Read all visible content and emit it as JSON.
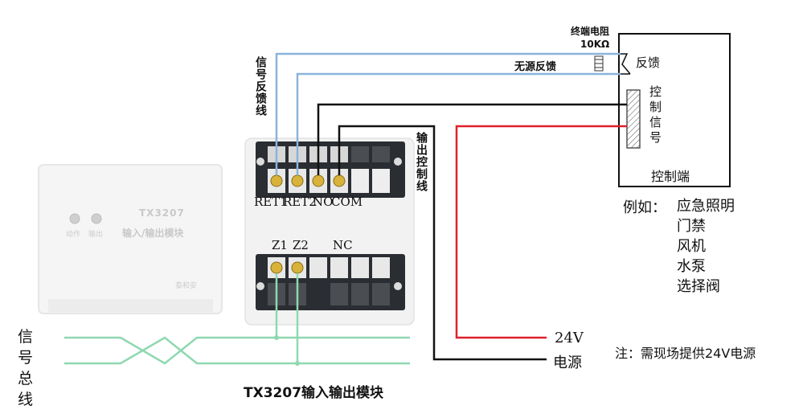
{
  "caption": "TX3207输入输出模块",
  "module_face": {
    "model": "TX3207",
    "name": "输入/输出模块",
    "led_labels": [
      "动作",
      "输出"
    ],
    "brand": "泰和安"
  },
  "terminals_top": [
    "RET1",
    "RET2",
    "NO",
    "COM"
  ],
  "terminals_bottom": [
    "Z1",
    "Z2",
    "NC"
  ],
  "labels": {
    "feedback_wire": "信号反馈线",
    "output_control_wire": "输出控制线",
    "end_resistor_title": "终端电阻",
    "end_resistor_value": "10KΩ",
    "passive_feedback": "无源反馈",
    "feedback": "反馈",
    "control_signal": "控制信号",
    "control_end": "控制端",
    "signal_bus": "信号总线",
    "power_voltage": "24V",
    "power": "电源",
    "note": "注：需现场提供24V电源"
  },
  "examples": {
    "prefix": "例如：",
    "items": [
      "应急照明",
      "门禁",
      "风机",
      "水泵",
      "选择阀"
    ]
  },
  "colors": {
    "feedback_wire": "#8ab4dc",
    "control_wire": "#111111",
    "power_wire": "#e0202a",
    "bus_wire": "#8fd8b0"
  }
}
